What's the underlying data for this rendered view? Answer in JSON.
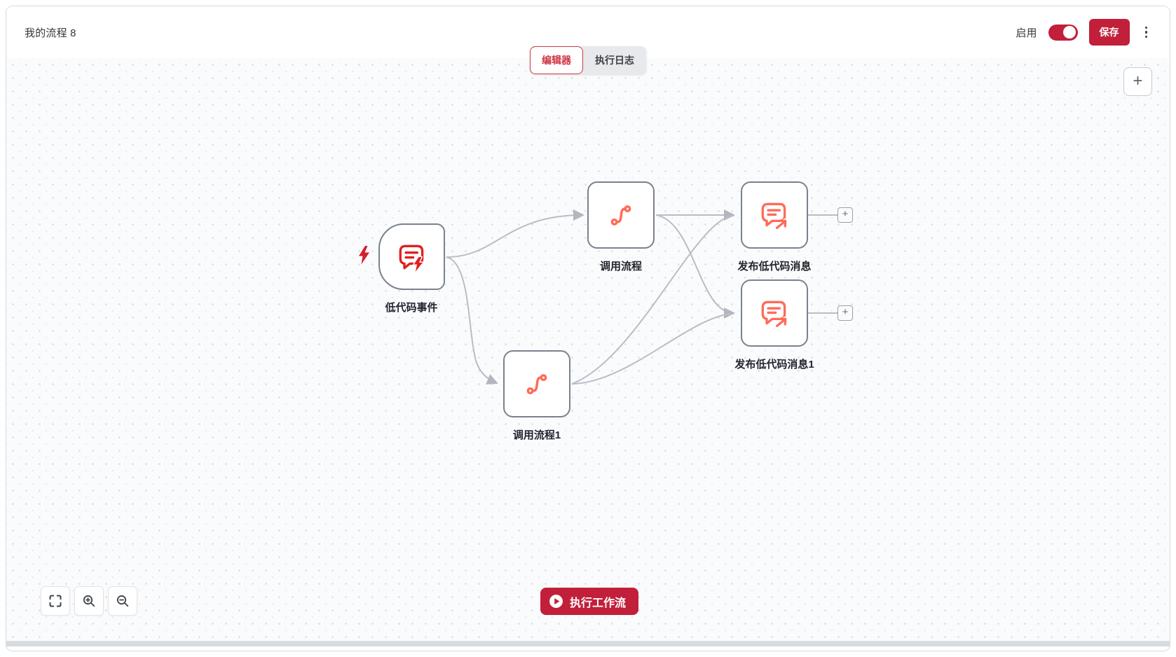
{
  "header": {
    "title": "我的流程 8",
    "enable_label": "启用",
    "enable_state": "on",
    "save_label": "保存"
  },
  "tabs": {
    "editor": "编辑器",
    "logs": "执行日志",
    "active": "编辑器"
  },
  "nodes": [
    {
      "id": "trigger",
      "label": "低代码事件",
      "icon": "message-flash-icon",
      "type": "trigger"
    },
    {
      "id": "call-flow",
      "label": "调用流程",
      "icon": "s-curve-icon",
      "type": "action"
    },
    {
      "id": "publish-message",
      "label": "发布低代码消息",
      "icon": "message-share-icon",
      "type": "action"
    },
    {
      "id": "publish-message-1",
      "label": "发布低代码消息1",
      "icon": "message-share-icon",
      "type": "action"
    },
    {
      "id": "call-flow-1",
      "label": "调用流程1",
      "icon": "s-curve-icon",
      "type": "action"
    }
  ],
  "edges": [
    {
      "from": "低代码事件",
      "to": "调用流程"
    },
    {
      "from": "低代码事件",
      "to": "调用流程1"
    },
    {
      "from": "调用流程",
      "to": "发布低代码消息"
    },
    {
      "from": "调用流程",
      "to": "发布低代码消息1"
    },
    {
      "from": "调用流程1",
      "to": "发布低代码消息"
    },
    {
      "from": "调用流程1",
      "to": "发布低代码消息1"
    }
  ],
  "canvas": {
    "execute_label": "执行工作流",
    "plus": "+"
  },
  "colors": {
    "accent_red": "#c11f3a",
    "trigger_icon_red": "#e02020",
    "node_icon_coral": "#ff6b58",
    "node_border": "#7b828e",
    "edge_gray": "#b6bac2",
    "canvas_bg": "#fafbfd"
  }
}
